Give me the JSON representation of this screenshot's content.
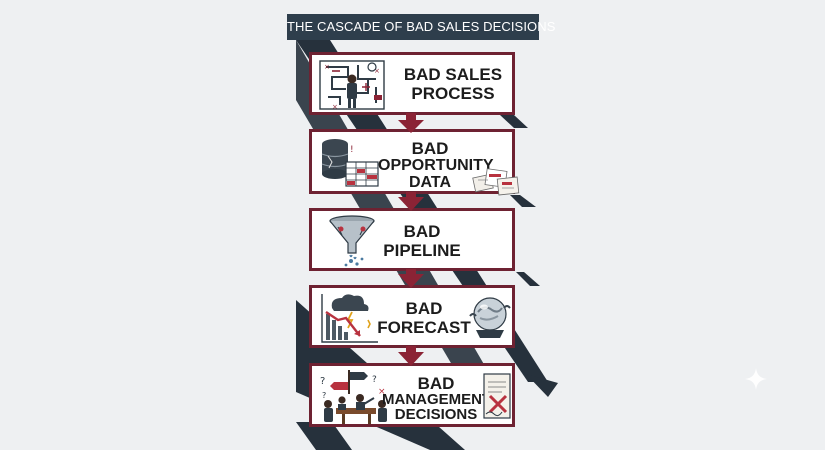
{
  "title": "THE CASCADE OF BAD SALES DECISIONS",
  "steps": [
    {
      "line1": "BAD SALES",
      "line2": "PROCESS",
      "line3": ""
    },
    {
      "line1": "BAD",
      "line2": "OPPORTUNITY",
      "line3": "DATA"
    },
    {
      "line1": "BAD",
      "line2": "PIPELINE",
      "line3": ""
    },
    {
      "line1": "BAD",
      "line2": "FORECAST",
      "line3": ""
    },
    {
      "line1": "BAD",
      "line2": "MANAGEMENT",
      "line3": "DECISIONS"
    }
  ],
  "colors": {
    "box_border": "#6e2232",
    "arrow": "#8b2335",
    "shadow": "#26313c",
    "banner": "#2e3e4c",
    "background": "#eef0f2"
  },
  "icons": [
    "maze-businessman-icon",
    "database-spreadsheet-icon",
    "leaky-funnel-icon",
    "falling-chart-storm-icon",
    "crystal-ball-icon",
    "confused-meeting-icon",
    "signpost-icon",
    "rejected-document-icon"
  ]
}
